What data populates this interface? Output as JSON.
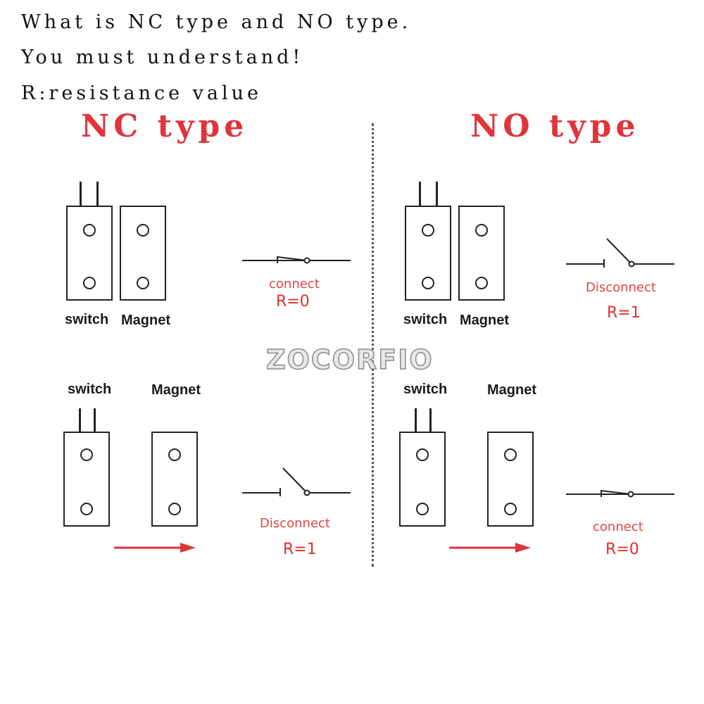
{
  "intro": {
    "line1": "What is NC type and NO type.",
    "line2": "You must understand!",
    "line3": "R:resistance value"
  },
  "watermark": "ZOCORFIO",
  "colors": {
    "accent_red": "#e0343a",
    "outline": "#222222",
    "divider": "#555555"
  },
  "nc": {
    "title": "NC type",
    "top": {
      "switch_label": "switch",
      "magnet_label": "Magnet",
      "state": "connect",
      "resistance": "R=0"
    },
    "bottom": {
      "switch_label": "switch",
      "magnet_label": "Magnet",
      "state": "Disconnect",
      "resistance": "R=1"
    }
  },
  "no": {
    "title": "NO type",
    "top": {
      "switch_label": "switch",
      "magnet_label": "Magnet",
      "state": "Disconnect",
      "resistance": "R=1"
    },
    "bottom": {
      "switch_label": "switch",
      "magnet_label": "Magnet",
      "state": "connect",
      "resistance": "R=0"
    }
  }
}
